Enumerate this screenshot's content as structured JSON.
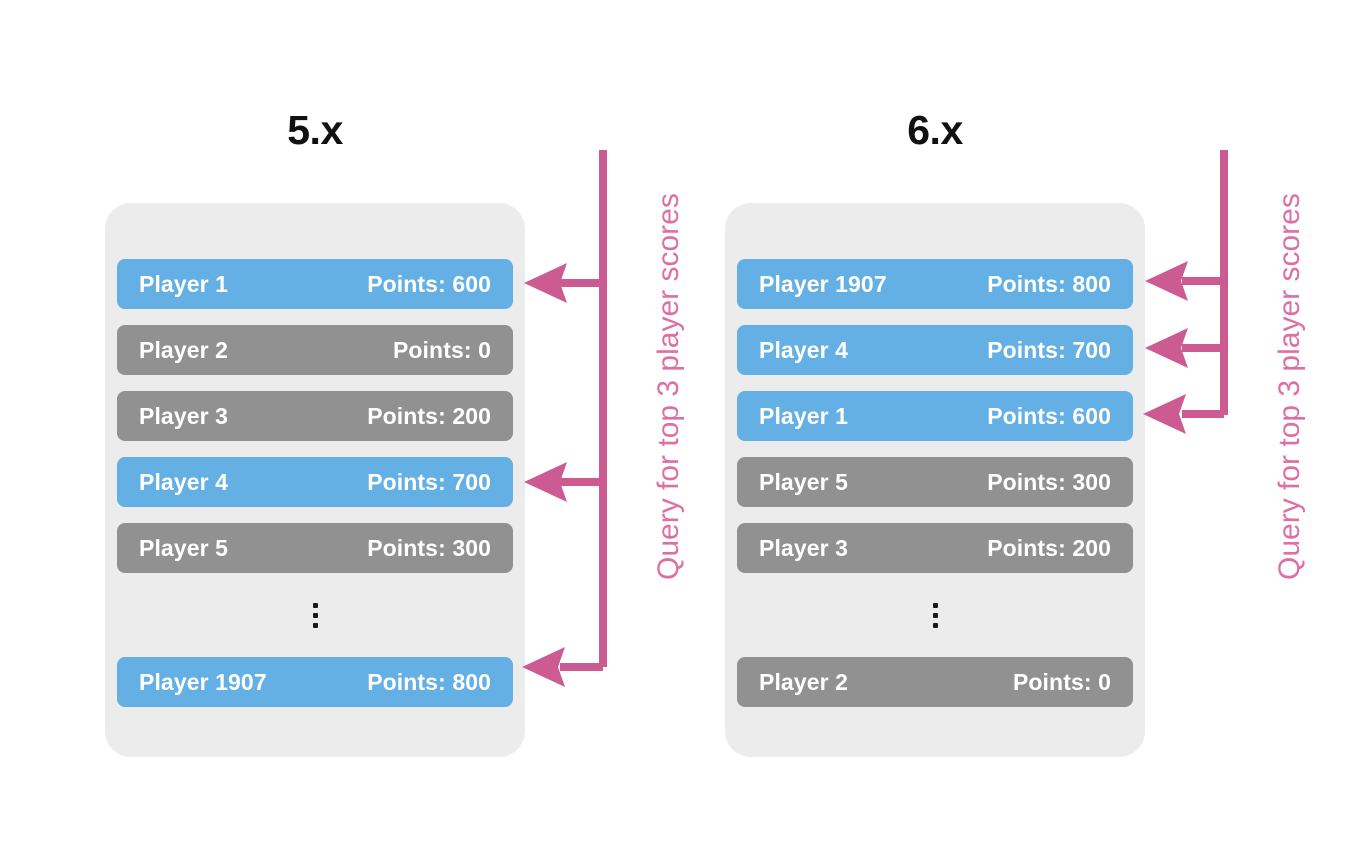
{
  "colors": {
    "highlight_row": "#64b0e4",
    "normal_row": "#919191",
    "card_background": "#ececec",
    "annotation": "#cc5b92",
    "annotation_text": "#dd6fa4",
    "page_background": "#ffffff"
  },
  "panels": [
    {
      "id": "version-5x",
      "title": "5.x",
      "annotation_label": "Query for top 3 player scores",
      "rows": [
        {
          "name": "Player 1",
          "points": "Points: 600",
          "highlighted": true,
          "arrow": true
        },
        {
          "name": "Player 2",
          "points": "Points: 0",
          "highlighted": false,
          "arrow": false
        },
        {
          "name": "Player 3",
          "points": "Points: 200",
          "highlighted": false,
          "arrow": false
        },
        {
          "name": "Player 4",
          "points": "Points: 700",
          "highlighted": true,
          "arrow": true
        },
        {
          "name": "Player 5",
          "points": "Points: 300",
          "highlighted": false,
          "arrow": false
        },
        {
          "name": "ellipsis",
          "points": "",
          "highlighted": false,
          "arrow": false
        },
        {
          "name": "Player 1907",
          "points": "Points: 800",
          "highlighted": true,
          "arrow": true
        }
      ]
    },
    {
      "id": "version-6x",
      "title": "6.x",
      "annotation_label": "Query for top 3 player scores",
      "rows": [
        {
          "name": "Player 1907",
          "points": "Points: 800",
          "highlighted": true,
          "arrow": true
        },
        {
          "name": "Player 4",
          "points": "Points: 700",
          "highlighted": true,
          "arrow": true
        },
        {
          "name": "Player 1",
          "points": "Points: 600",
          "highlighted": true,
          "arrow": true
        },
        {
          "name": "Player 5",
          "points": "Points: 300",
          "highlighted": false,
          "arrow": false
        },
        {
          "name": "Player 3",
          "points": "Points: 200",
          "highlighted": false,
          "arrow": false
        },
        {
          "name": "ellipsis",
          "points": "",
          "highlighted": false,
          "arrow": false
        },
        {
          "name": "Player 2",
          "points": "Points: 0",
          "highlighted": false,
          "arrow": false
        }
      ]
    }
  ]
}
